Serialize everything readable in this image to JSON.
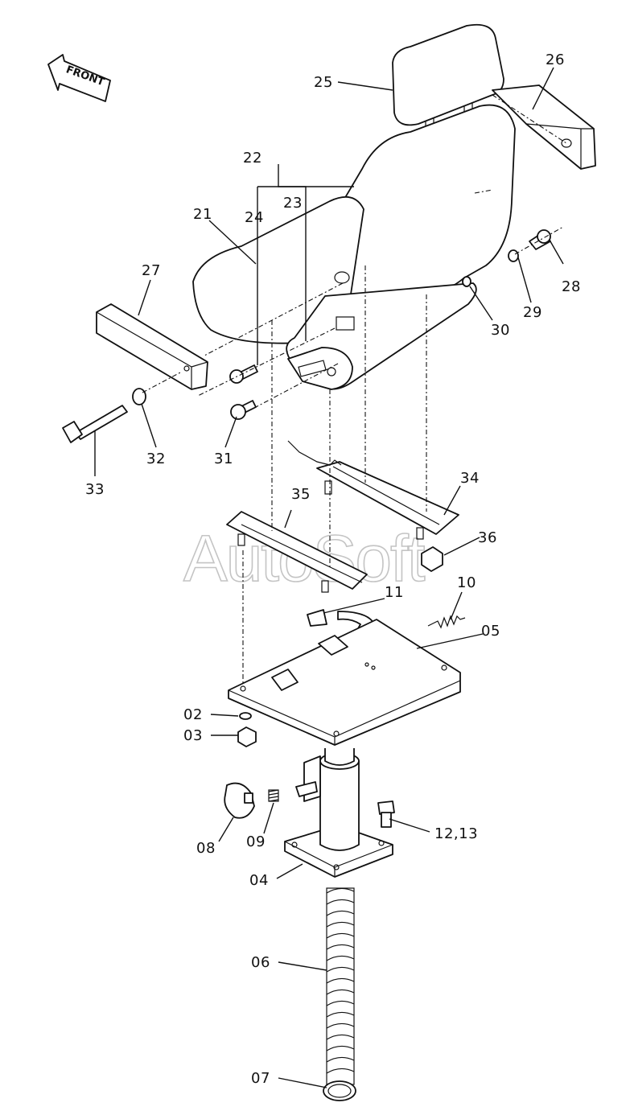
{
  "front_marker": "FRONT",
  "watermark": "AutoSoft",
  "callouts": {
    "c02": "02",
    "c03": "03",
    "c04": "04",
    "c05": "05",
    "c06": "06",
    "c07": "07",
    "c08": "08",
    "c09": "09",
    "c10": "10",
    "c11": "11",
    "c12_13": "12,13",
    "c21": "21",
    "c22": "22",
    "c23": "23",
    "c24": "24",
    "c25": "25",
    "c26": "26",
    "c27": "27",
    "c28": "28",
    "c29": "29",
    "c30": "30",
    "c31": "31",
    "c32": "32",
    "c33": "33",
    "c34": "34",
    "c35": "35",
    "c36": "36"
  }
}
